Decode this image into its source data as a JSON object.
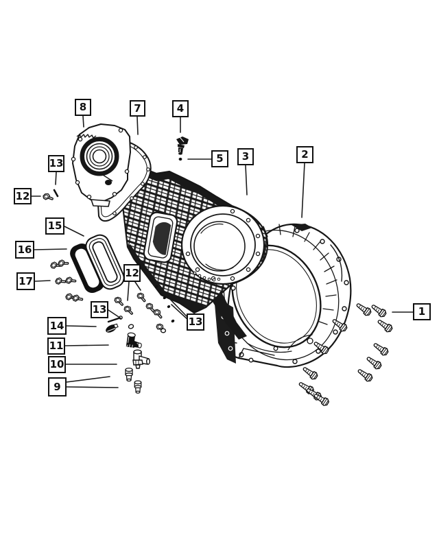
{
  "diagram": {
    "background_color": "#ffffff",
    "line_color": "#1a1a1a",
    "description": "Exploded parts line-art diagram of a transmission case, extension adapter housing, gaskets, sensors, fittings and mounting bolts with numbered callouts",
    "callouts": [
      {
        "label": "8"
      },
      {
        "label": "7"
      },
      {
        "label": "4"
      },
      {
        "label": "5"
      },
      {
        "label": "3"
      },
      {
        "label": "2"
      },
      {
        "label": "13"
      },
      {
        "label": "12"
      },
      {
        "label": "15"
      },
      {
        "label": "16"
      },
      {
        "label": "17"
      },
      {
        "label": "12"
      },
      {
        "label": "13"
      },
      {
        "label": "13"
      },
      {
        "label": "14"
      },
      {
        "label": "11"
      },
      {
        "label": "10"
      },
      {
        "label": "9"
      },
      {
        "label": "1"
      }
    ]
  }
}
